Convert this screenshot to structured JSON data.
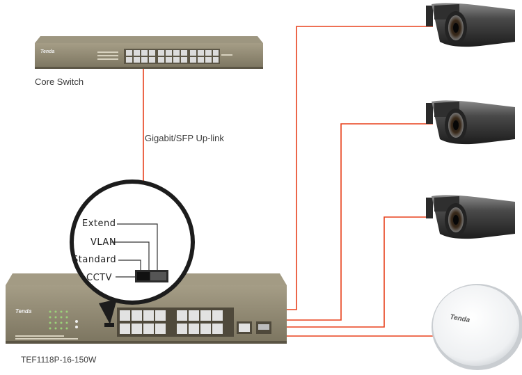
{
  "labels": {
    "core_switch": "Core Switch",
    "uplink": "Gigabit/SFP Up-link",
    "model": "TEF1118P-16-150W"
  },
  "modes": [
    "Extend",
    "VLAN",
    "Standard",
    "CCTV"
  ],
  "brand": "Tenda",
  "colors": {
    "link": "#e8401c",
    "switch_body": "#7b7460",
    "zoom_bubble": "#1c1c1c",
    "port": "#d9d9d9"
  },
  "icons": {
    "cameras": [
      "bullet-camera-icon",
      "bullet-camera-icon",
      "bullet-camera-icon"
    ],
    "access_point": "ceiling-access-point-icon"
  }
}
